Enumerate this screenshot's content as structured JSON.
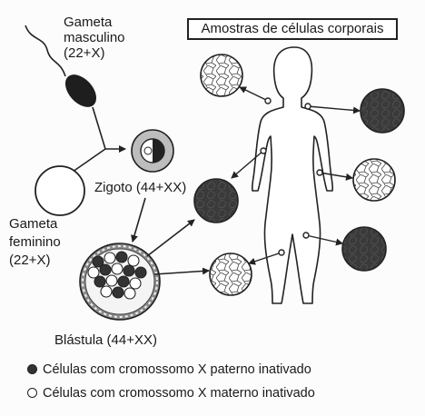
{
  "diagram": {
    "title_box": "Amostras de células corporais",
    "male_gamete": {
      "name": "Gameta masculino",
      "name_line1": "Gameta",
      "name_line2": "masculino",
      "chromosomes": "(22+X)"
    },
    "female_gamete": {
      "name_line1": "Gameta",
      "name_line2": "feminino",
      "chromosomes": "(22+X)"
    },
    "zygote": "Zigoto (44+XX)",
    "blastula": "Blástula (44+XX)",
    "legend": {
      "dark": "Células com cromossomo X paterno inativado",
      "light": "Células com cromossomo X materno inativado"
    },
    "colors": {
      "dark_cell": "#333333",
      "light_cell": "#ffffff",
      "line": "#222222"
    }
  }
}
